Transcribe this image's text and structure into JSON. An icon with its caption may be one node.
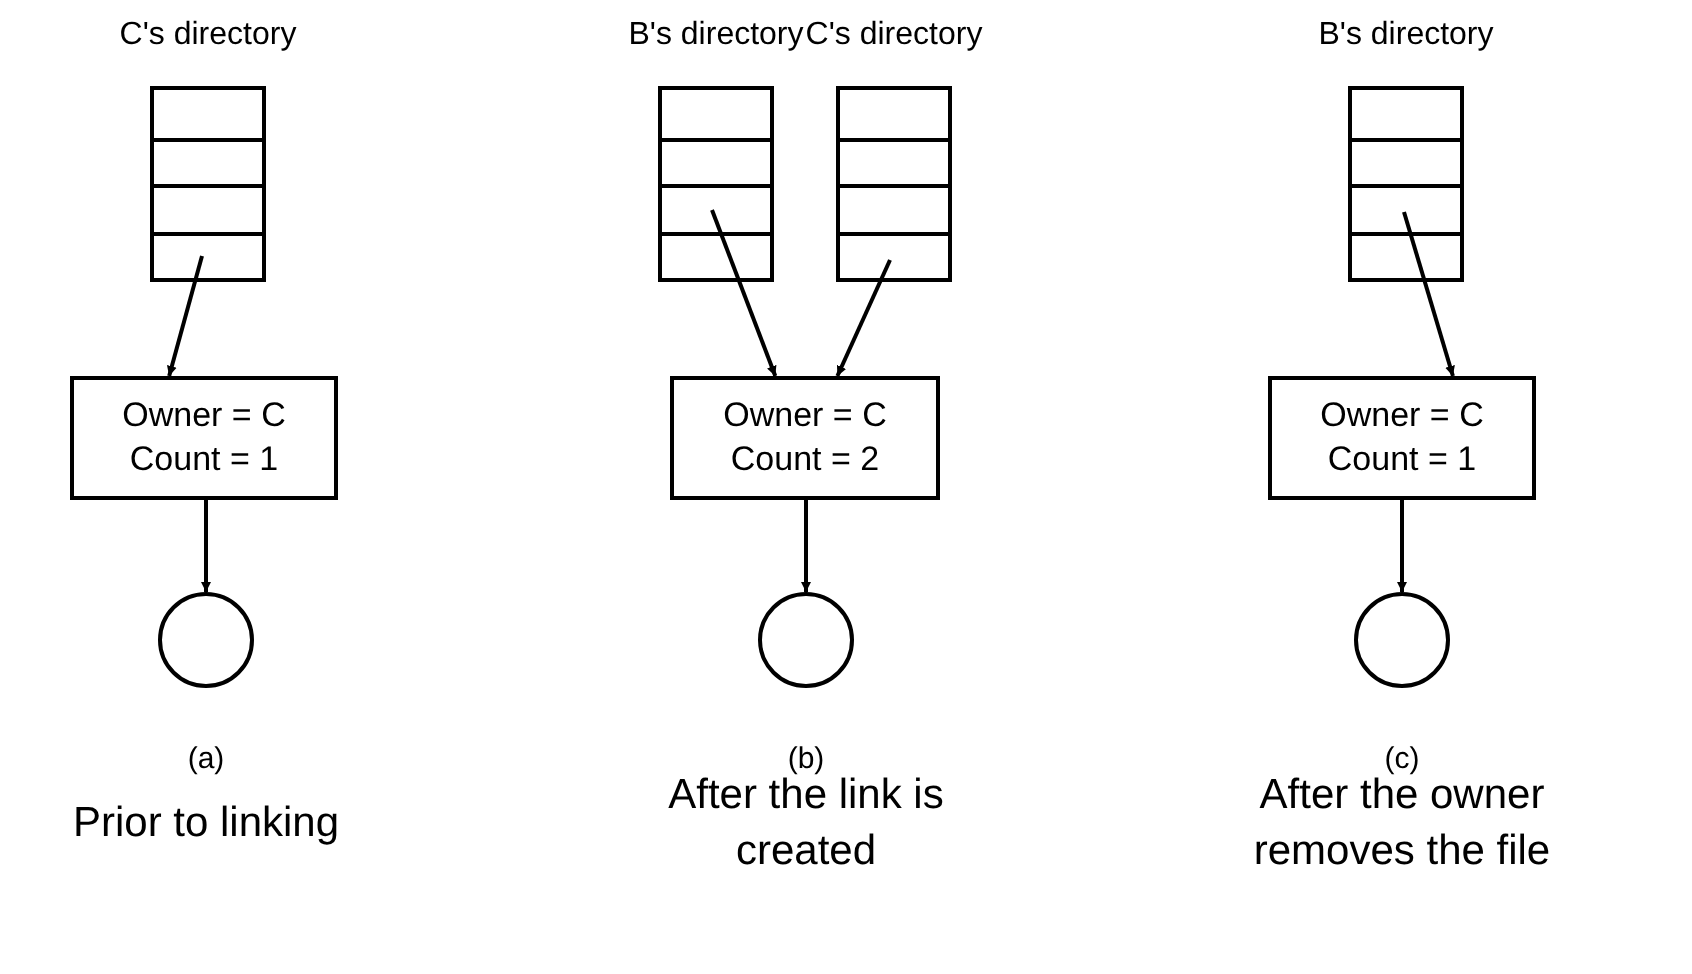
{
  "diagram": {
    "nodes": [
      {
        "text": [
          "C's directory"
        ]
      },
      {
        "text": [
          "Owner = C",
          "Count = 1"
        ]
      },
      {
        "text": [],
        "shape": "circle"
      },
      {
        "text": [
          "B's directory"
        ]
      },
      {
        "text": [
          "C's directory"
        ]
      },
      {
        "text": [
          "Owner = C",
          "Count = 2"
        ]
      },
      {
        "text": [],
        "shape": "circle"
      },
      {
        "text": [
          "B's directory"
        ]
      },
      {
        "text": [
          "Owner = C",
          "Count = 1"
        ]
      },
      {
        "text": [],
        "shape": "circle"
      }
    ],
    "edges": [
      {
        "from": 0,
        "to": 1,
        "arrow": "to"
      },
      {
        "from": 1,
        "to": 2,
        "arrow": "to"
      },
      {
        "from": 3,
        "to": 5,
        "arrow": "to"
      },
      {
        "from": 4,
        "to": 5,
        "arrow": "to"
      },
      {
        "from": 5,
        "to": 6,
        "arrow": "to"
      },
      {
        "from": 7,
        "to": 8,
        "arrow": "to"
      },
      {
        "from": 8,
        "to": 9,
        "arrow": "to"
      }
    ],
    "labels": [
      "(a)",
      "(b)",
      "(c)",
      "Prior to linking",
      "After the link is created",
      "After the owner removes the file"
    ]
  }
}
